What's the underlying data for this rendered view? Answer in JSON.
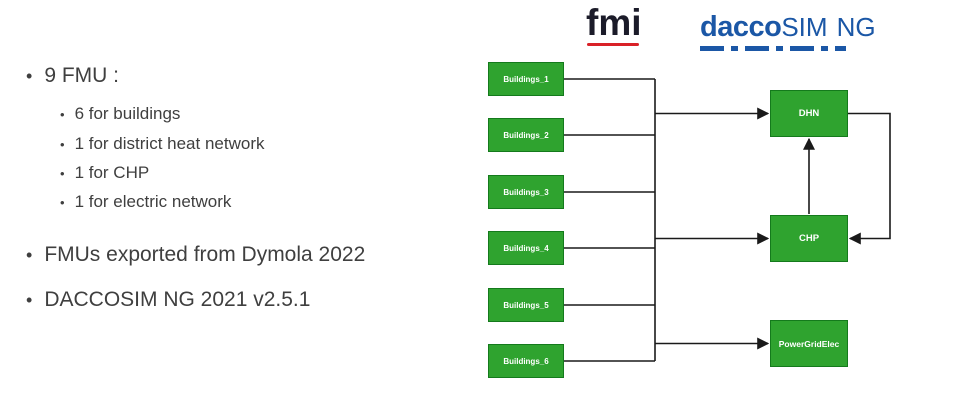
{
  "slide": {
    "bullet_glyph": "•",
    "bullet_9fmu": "9 FMU :",
    "sub_bullets": [
      "6 for buildings",
      "1 for district heat network",
      "1 for CHP",
      "1 for electric network"
    ],
    "bullet_dymola": "FMUs exported from Dymola 2022",
    "bullet_daccosim": "DACCOSIM NG 2021 v2.5.1"
  },
  "logos": {
    "fmi_text": "fmi",
    "daccosim_bold": "dacco",
    "daccosim_regular": "SIM",
    "daccosim_suffix": "NG"
  },
  "diagram": {
    "buildings": [
      "Buildings_1",
      "Buildings_2",
      "Buildings_3",
      "Buildings_4",
      "Buildings_5",
      "Buildings_6"
    ],
    "dhn_label": "DHN",
    "chp_label": "CHP",
    "powergrid_label": "PowerGridElec"
  },
  "colors": {
    "node_green": "#2fa32f",
    "node_border_green": "#147a1c",
    "fmi_red": "#d92127",
    "daccosim_blue": "#1b57a6",
    "text_gray": "#3f3f3f",
    "connector_black": "#1a1a1a"
  }
}
